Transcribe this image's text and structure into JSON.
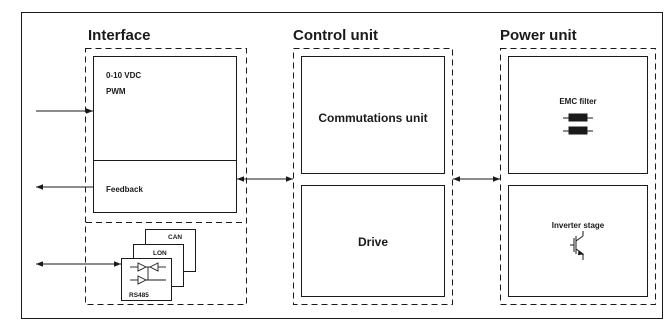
{
  "headers": {
    "interface": "Interface",
    "control_unit": "Control unit",
    "power_unit": "Power unit"
  },
  "interface_box": {
    "signal_line1": "0-10 VDC",
    "signal_line2": "PWM",
    "feedback": "Feedback",
    "bus_cards": [
      "CAN",
      "LON",
      "RS485"
    ]
  },
  "control_box": {
    "commutations": "Commutations unit",
    "drive": "Drive"
  },
  "power_box": {
    "emc": "EMC filter",
    "inverter": "Inverter stage"
  },
  "icons": [
    "arrow-in-icon",
    "arrow-out-icon",
    "bidirectional-arrow-icon",
    "emc-filter-icon",
    "transistor-icon",
    "bus-driver-icon"
  ],
  "colors": {
    "line": "#1a1a1a",
    "background": "#ffffff"
  }
}
